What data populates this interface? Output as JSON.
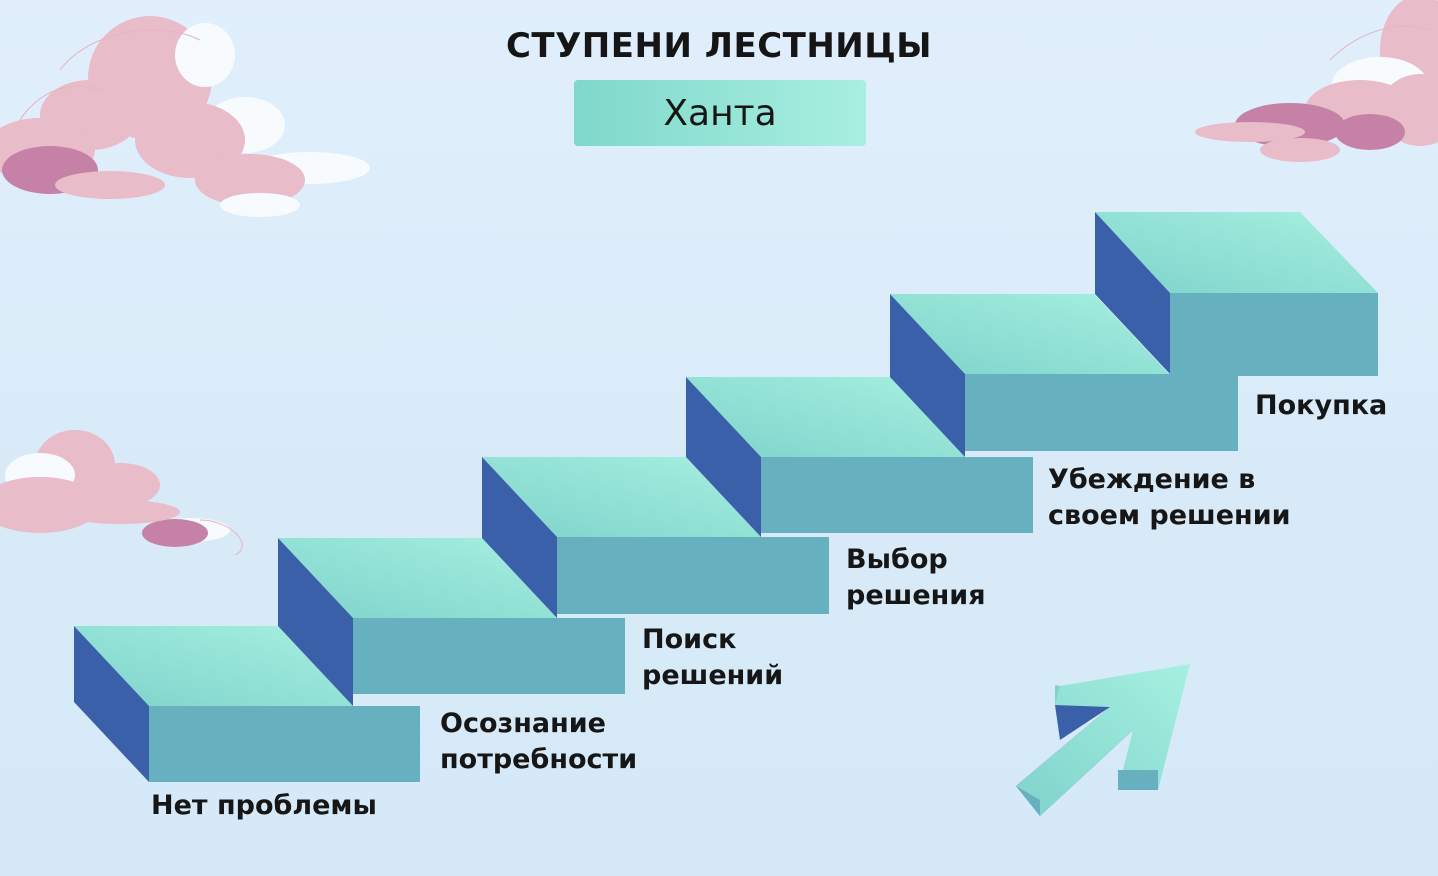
{
  "title": "СТУПЕНИ ЛЕСТНИЦЫ",
  "subtitle": "Ханта",
  "steps": [
    {
      "line1": "Нет проблемы",
      "line2": ""
    },
    {
      "line1": "Осознание",
      "line2": "потребности"
    },
    {
      "line1": "Поиск",
      "line2": "решений"
    },
    {
      "line1": "Выбор",
      "line2": "решения"
    },
    {
      "line1": "Убеждение в",
      "line2": "своем решении"
    },
    {
      "line1": "Покупка",
      "line2": ""
    }
  ],
  "colors": {
    "step_top_light": "#a6f0e0",
    "step_top_dark": "#7fd3cb",
    "step_front": "#67b0bf",
    "step_side": "#3a60aa",
    "cloud_pink": "#e8bcc8",
    "cloud_mauve": "#c582a6",
    "cloud_white": "#f7fbfe"
  },
  "icons": [
    "cloud-icon",
    "arrow-up-right-icon"
  ]
}
